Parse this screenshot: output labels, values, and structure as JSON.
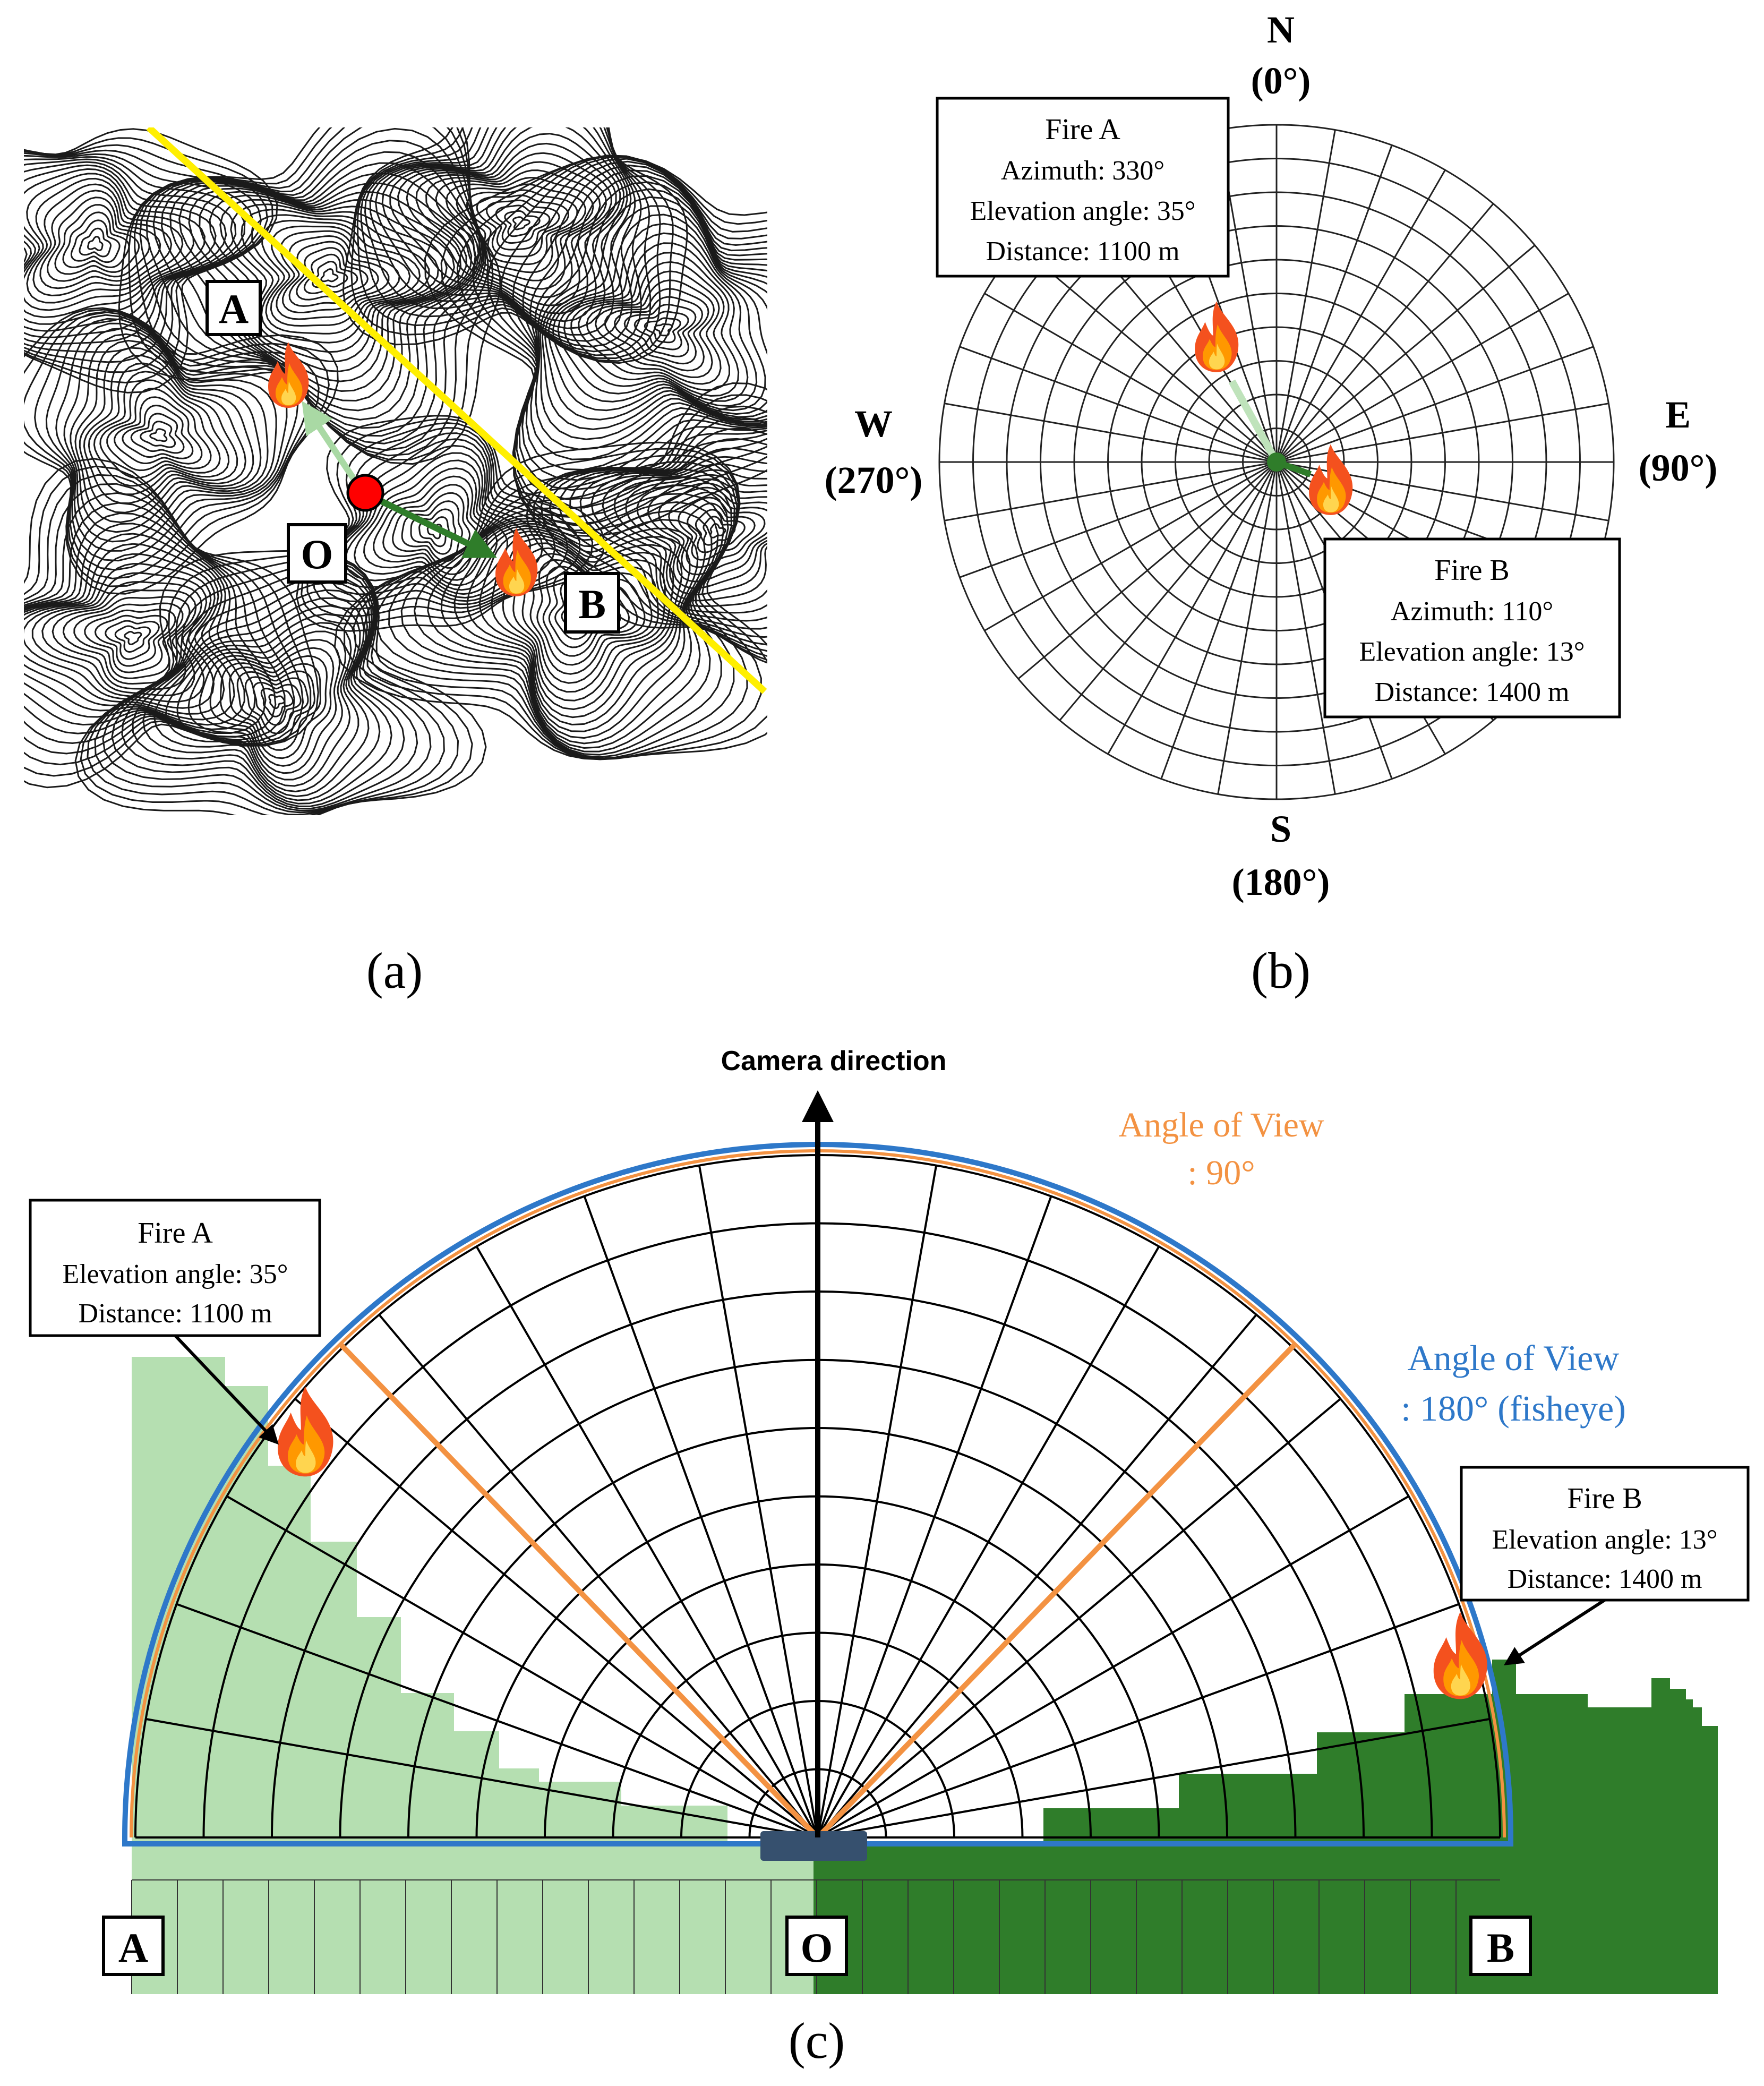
{
  "panel_a": {
    "label": "(a)",
    "markers": {
      "a": "A",
      "o": "O",
      "b": "B"
    }
  },
  "panel_b": {
    "label": "(b)",
    "compass": {
      "north": "N",
      "north_deg": "(0°)",
      "east": "E",
      "east_deg": "(90°)",
      "south": "S",
      "south_deg": "(180°)",
      "west": "W",
      "west_deg": "(270°)"
    },
    "fire_a": {
      "title": "Fire A",
      "azimuth": "Azimuth: 330°",
      "elevation": "Elevation angle: 35°",
      "distance": "Distance: 1100 m"
    },
    "fire_b": {
      "title": "Fire B",
      "azimuth": "Azimuth: 110°",
      "elevation": "Elevation angle: 13°",
      "distance": "Distance: 1400 m"
    }
  },
  "panel_c": {
    "label": "(c)",
    "camera_direction": "Camera direction",
    "aov_90": {
      "line1": "Angle of View",
      "line2": ": 90°"
    },
    "aov_180": {
      "line1": "Angle of View",
      "line2": ": 180° (fisheye)"
    },
    "fire_a": {
      "title": "Fire A",
      "elevation": "Elevation angle: 35°",
      "distance": "Distance: 1100 m"
    },
    "fire_b": {
      "title": "Fire B",
      "elevation": "Elevation angle: 13°",
      "distance": "Distance: 1400 m"
    },
    "markers": {
      "a": "A",
      "o": "O",
      "b": "B"
    }
  },
  "colors": {
    "contour": "#1a1a1a",
    "ridge_line": "#ffef00",
    "observer": "#ff0000",
    "light_green": "#b5dfb1",
    "dark_green": "#2f7d2a",
    "orange": "#f39242",
    "blue": "#2e78c9",
    "camera": "#36506e"
  }
}
